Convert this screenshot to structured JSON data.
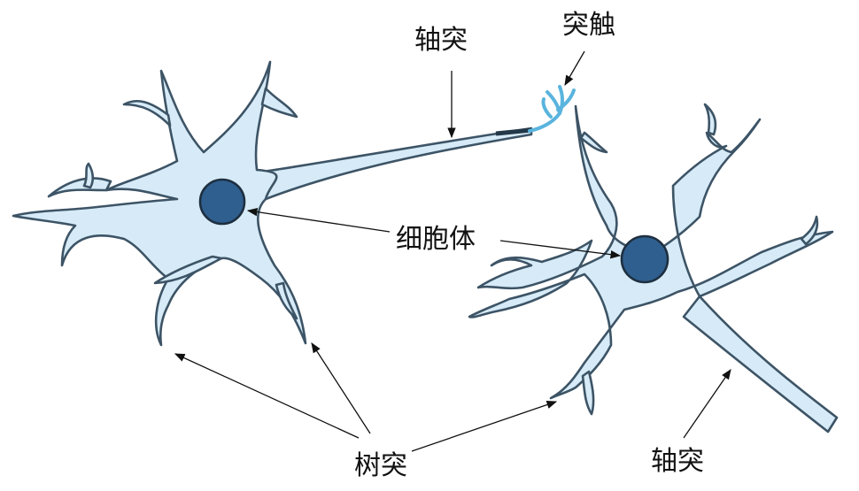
{
  "labels": {
    "axon_top": "轴突",
    "synapse": "突触",
    "cell_body": "细胞体",
    "dendrite": "树突",
    "axon_bottom": "轴突"
  },
  "colors": {
    "cell_fill": "#d6ebf7",
    "cell_outline": "#3d5466",
    "nucleus": "#2f5f8f",
    "synapse_terminal": "#5ab4de",
    "text": "#111111"
  }
}
